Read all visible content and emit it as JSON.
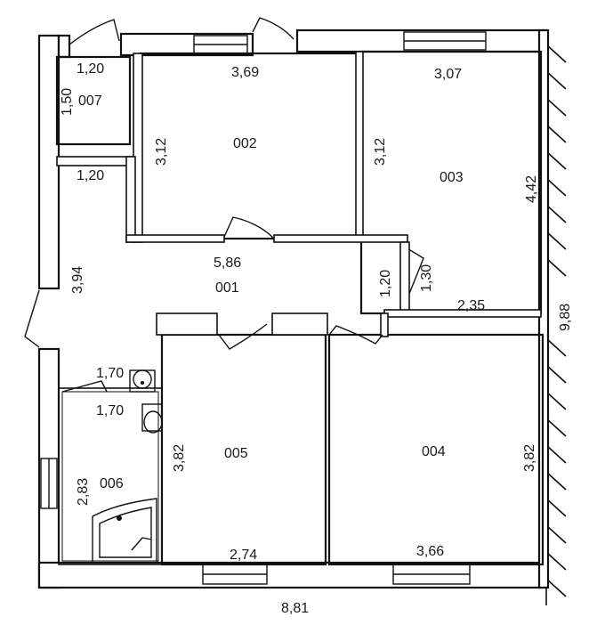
{
  "plan": {
    "rooms": [
      {
        "id": "001",
        "dims": [
          "5,86",
          "3,94",
          "1,20",
          "1,20",
          "1,30",
          "2,35"
        ]
      },
      {
        "id": "002",
        "dims": [
          "3,69",
          "3,12"
        ]
      },
      {
        "id": "003",
        "dims": [
          "3,07",
          "3,12",
          "4,42"
        ]
      },
      {
        "id": "004",
        "dims": [
          "3,66",
          "3,82"
        ]
      },
      {
        "id": "005",
        "dims": [
          "2,74",
          "3,82"
        ]
      },
      {
        "id": "006",
        "dims": [
          "2,83",
          "1,70",
          "1,70"
        ]
      },
      {
        "id": "007",
        "dims": [
          "1,20",
          "1,50"
        ]
      }
    ],
    "overall": {
      "width": "8,81",
      "depth": "9,88"
    }
  }
}
